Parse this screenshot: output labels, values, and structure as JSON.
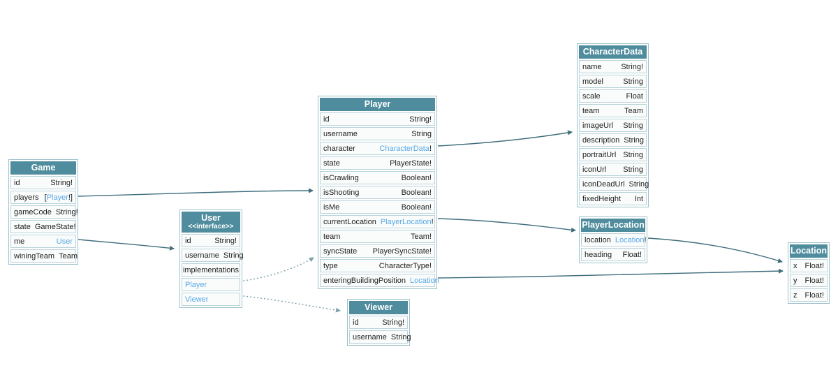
{
  "colors": {
    "header_bg": "#4f8c9d",
    "header_text": "#ffffff",
    "row_bg": "#fafcfc",
    "row_border": "#b9d3da",
    "node_border": "#9dc1cc",
    "link": "#58a7e6",
    "text": "#1d1d1d",
    "edge_solid": "#3f6e7d",
    "edge_dotted": "#7ba0aa"
  },
  "nodes": {
    "game": {
      "title": "Game",
      "rows": [
        {
          "field": "id",
          "type": "String!"
        },
        {
          "field": "players",
          "pre": "[",
          "link": "Player",
          "post": "!]"
        },
        {
          "field": "gameCode",
          "type": "String!"
        },
        {
          "field": "state",
          "type": "GameState!"
        },
        {
          "field": "me",
          "link": "User"
        },
        {
          "field": "winingTeam",
          "type": "Team"
        }
      ]
    },
    "user": {
      "title": "User",
      "subtitle": "<<interface>>",
      "rows": [
        {
          "field": "id",
          "type": "String!"
        },
        {
          "field": "username",
          "type": "String"
        }
      ],
      "section_label": "implementations",
      "implementations": [
        {
          "link": "Player"
        },
        {
          "link": "Viewer"
        }
      ]
    },
    "player": {
      "title": "Player",
      "rows": [
        {
          "field": "id",
          "type": "String!"
        },
        {
          "field": "username",
          "type": "String"
        },
        {
          "field": "character",
          "link": "CharacterData",
          "post": "!"
        },
        {
          "field": "state",
          "type": "PlayerState!"
        },
        {
          "field": "isCrawling",
          "type": "Boolean!"
        },
        {
          "field": "isShooting",
          "type": "Boolean!"
        },
        {
          "field": "isMe",
          "type": "Boolean!"
        },
        {
          "field": "currentLocation",
          "link": "PlayerLocation",
          "post": "!"
        },
        {
          "field": "team",
          "type": "Team!"
        },
        {
          "field": "syncState",
          "type": "PlayerSyncState!"
        },
        {
          "field": "type",
          "type": "CharacterType!"
        },
        {
          "field": "enteringBuildingPosition",
          "link": "Location"
        }
      ]
    },
    "viewer": {
      "title": "Viewer",
      "rows": [
        {
          "field": "id",
          "type": "String!"
        },
        {
          "field": "username",
          "type": "String"
        }
      ]
    },
    "characterData": {
      "title": "CharacterData",
      "rows": [
        {
          "field": "name",
          "type": "String!"
        },
        {
          "field": "model",
          "type": "String"
        },
        {
          "field": "scale",
          "type": "Float"
        },
        {
          "field": "team",
          "type": "Team"
        },
        {
          "field": "imageUrl",
          "type": "String"
        },
        {
          "field": "description",
          "type": "String"
        },
        {
          "field": "portraitUrl",
          "type": "String"
        },
        {
          "field": "iconUrl",
          "type": "String"
        },
        {
          "field": "iconDeadUrl",
          "type": "String"
        },
        {
          "field": "fixedHeight",
          "type": "Int"
        }
      ]
    },
    "playerLocation": {
      "title": "PlayerLocation",
      "rows": [
        {
          "field": "location",
          "link": "Location",
          "post": "!"
        },
        {
          "field": "heading",
          "type": "Float!"
        }
      ]
    },
    "location": {
      "title": "Location",
      "rows": [
        {
          "field": "x",
          "type": "Float!"
        },
        {
          "field": "y",
          "type": "Float!"
        },
        {
          "field": "z",
          "type": "Float!"
        }
      ]
    }
  },
  "edges": [
    {
      "from": "Game.players",
      "to": "Player",
      "style": "solid"
    },
    {
      "from": "Game.me",
      "to": "User",
      "style": "solid"
    },
    {
      "from": "Player.character",
      "to": "CharacterData",
      "style": "solid"
    },
    {
      "from": "Player.currentLocation",
      "to": "PlayerLocation",
      "style": "solid"
    },
    {
      "from": "Player.enteringBuildingPosition",
      "to": "Location",
      "style": "solid"
    },
    {
      "from": "PlayerLocation.location",
      "to": "Location",
      "style": "solid"
    },
    {
      "from": "User.Player",
      "to": "Player",
      "style": "dotted"
    },
    {
      "from": "User.Viewer",
      "to": "Viewer",
      "style": "dotted"
    }
  ]
}
